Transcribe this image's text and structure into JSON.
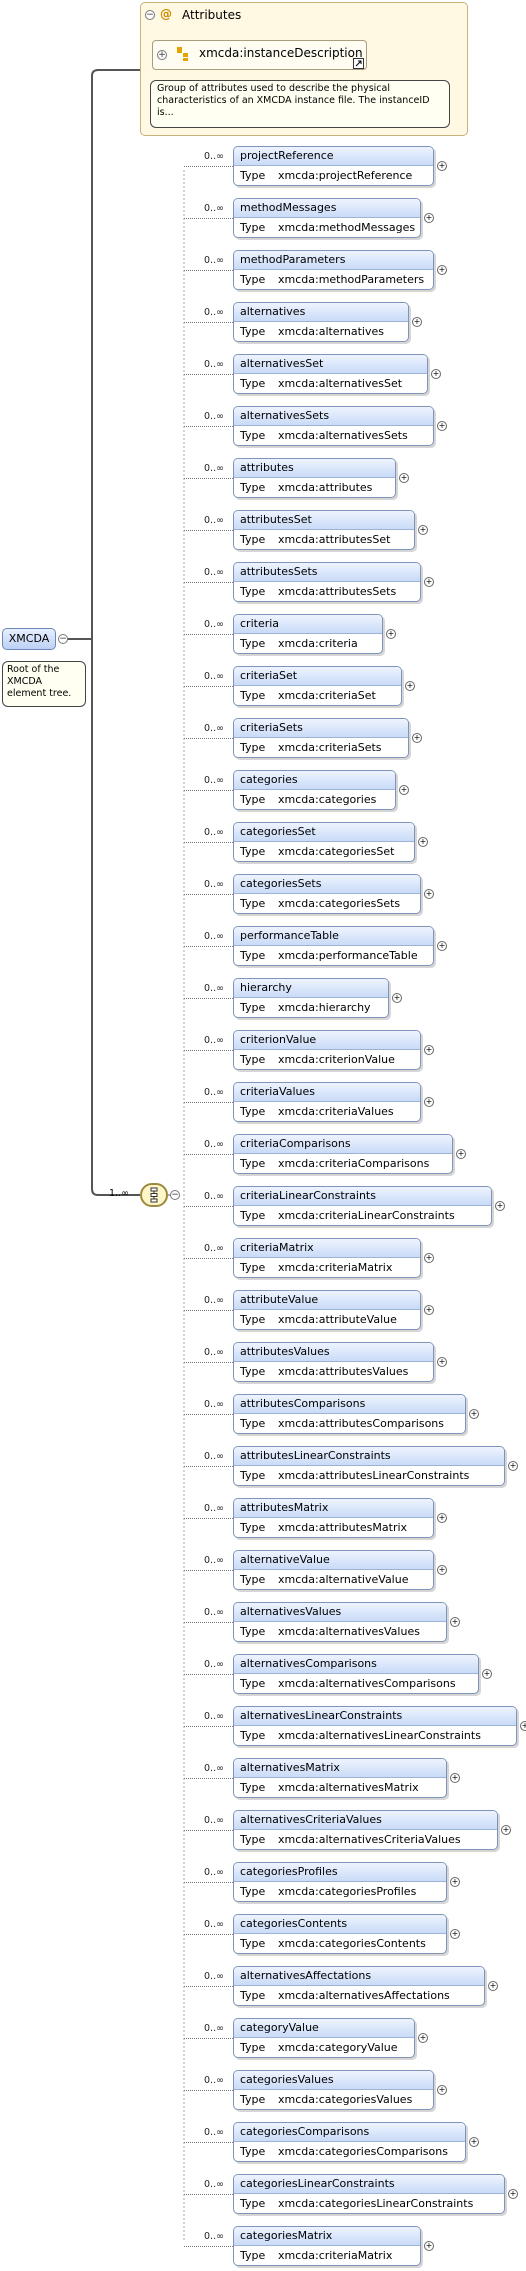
{
  "attributes_group": {
    "collapse_symbol": "−",
    "at_symbol": "@",
    "title": "Attributes",
    "ref_name": "xmcda:instanceDescription",
    "doc_line1": "Group of attributes used to describe the physical",
    "doc_line2": "characteristics of an XMCDA instance file. The instanceID",
    "doc_line3": "is..."
  },
  "root": {
    "name": "XMCDA",
    "doc_line1": "Root of the",
    "doc_line2": "XMCDA",
    "doc_line3": "element tree."
  },
  "sequence": {
    "occurrence": "1..∞"
  },
  "type_label": "Type",
  "elements": [
    {
      "occ": "0..∞",
      "name": "projectReference",
      "type": "xmcda:projectReference"
    },
    {
      "occ": "0..∞",
      "name": "methodMessages",
      "type": "xmcda:methodMessages"
    },
    {
      "occ": "0..∞",
      "name": "methodParameters",
      "type": "xmcda:methodParameters"
    },
    {
      "occ": "0..∞",
      "name": "alternatives",
      "type": "xmcda:alternatives"
    },
    {
      "occ": "0..∞",
      "name": "alternativesSet",
      "type": "xmcda:alternativesSet"
    },
    {
      "occ": "0..∞",
      "name": "alternativesSets",
      "type": "xmcda:alternativesSets"
    },
    {
      "occ": "0..∞",
      "name": "attributes",
      "type": "xmcda:attributes"
    },
    {
      "occ": "0..∞",
      "name": "attributesSet",
      "type": "xmcda:attributesSet"
    },
    {
      "occ": "0..∞",
      "name": "attributesSets",
      "type": "xmcda:attributesSets"
    },
    {
      "occ": "0..∞",
      "name": "criteria",
      "type": "xmcda:criteria"
    },
    {
      "occ": "0..∞",
      "name": "criteriaSet",
      "type": "xmcda:criteriaSet"
    },
    {
      "occ": "0..∞",
      "name": "criteriaSets",
      "type": "xmcda:criteriaSets"
    },
    {
      "occ": "0..∞",
      "name": "categories",
      "type": "xmcda:categories"
    },
    {
      "occ": "0..∞",
      "name": "categoriesSet",
      "type": "xmcda:categoriesSet"
    },
    {
      "occ": "0..∞",
      "name": "categoriesSets",
      "type": "xmcda:categoriesSets"
    },
    {
      "occ": "0..∞",
      "name": "performanceTable",
      "type": "xmcda:performanceTable"
    },
    {
      "occ": "0..∞",
      "name": "hierarchy",
      "type": "xmcda:hierarchy"
    },
    {
      "occ": "0..∞",
      "name": "criterionValue",
      "type": "xmcda:criterionValue"
    },
    {
      "occ": "0..∞",
      "name": "criteriaValues",
      "type": "xmcda:criteriaValues"
    },
    {
      "occ": "0..∞",
      "name": "criteriaComparisons",
      "type": "xmcda:criteriaComparisons"
    },
    {
      "occ": "0..∞",
      "name": "criteriaLinearConstraints",
      "type": "xmcda:criteriaLinearConstraints"
    },
    {
      "occ": "0..∞",
      "name": "criteriaMatrix",
      "type": "xmcda:criteriaMatrix"
    },
    {
      "occ": "0..∞",
      "name": "attributeValue",
      "type": "xmcda:attributeValue"
    },
    {
      "occ": "0..∞",
      "name": "attributesValues",
      "type": "xmcda:attributesValues"
    },
    {
      "occ": "0..∞",
      "name": "attributesComparisons",
      "type": "xmcda:attributesComparisons"
    },
    {
      "occ": "0..∞",
      "name": "attributesLinearConstraints",
      "type": "xmcda:attributesLinearConstraints"
    },
    {
      "occ": "0..∞",
      "name": "attributesMatrix",
      "type": "xmcda:attributesMatrix"
    },
    {
      "occ": "0..∞",
      "name": "alternativeValue",
      "type": "xmcda:alternativeValue"
    },
    {
      "occ": "0..∞",
      "name": "alternativesValues",
      "type": "xmcda:alternativesValues"
    },
    {
      "occ": "0..∞",
      "name": "alternativesComparisons",
      "type": "xmcda:alternativesComparisons"
    },
    {
      "occ": "0..∞",
      "name": "alternativesLinearConstraints",
      "type": "xmcda:alternativesLinearConstraints"
    },
    {
      "occ": "0..∞",
      "name": "alternativesMatrix",
      "type": "xmcda:alternativesMatrix"
    },
    {
      "occ": "0..∞",
      "name": "alternativesCriteriaValues",
      "type": "xmcda:alternativesCriteriaValues"
    },
    {
      "occ": "0..∞",
      "name": "categoriesProfiles",
      "type": "xmcda:categoriesProfiles"
    },
    {
      "occ": "0..∞",
      "name": "categoriesContents",
      "type": "xmcda:categoriesContents"
    },
    {
      "occ": "0..∞",
      "name": "alternativesAffectations",
      "type": "xmcda:alternativesAffectations"
    },
    {
      "occ": "0..∞",
      "name": "categoryValue",
      "type": "xmcda:categoryValue"
    },
    {
      "occ": "0..∞",
      "name": "categoriesValues",
      "type": "xmcda:categoriesValues"
    },
    {
      "occ": "0..∞",
      "name": "categoriesComparisons",
      "type": "xmcda:categoriesComparisons"
    },
    {
      "occ": "0..∞",
      "name": "categoriesLinearConstraints",
      "type": "xmcda:categoriesLinearConstraints"
    },
    {
      "occ": "0..∞",
      "name": "categoriesMatrix",
      "type": "xmcda:criteriaMatrix"
    }
  ]
}
